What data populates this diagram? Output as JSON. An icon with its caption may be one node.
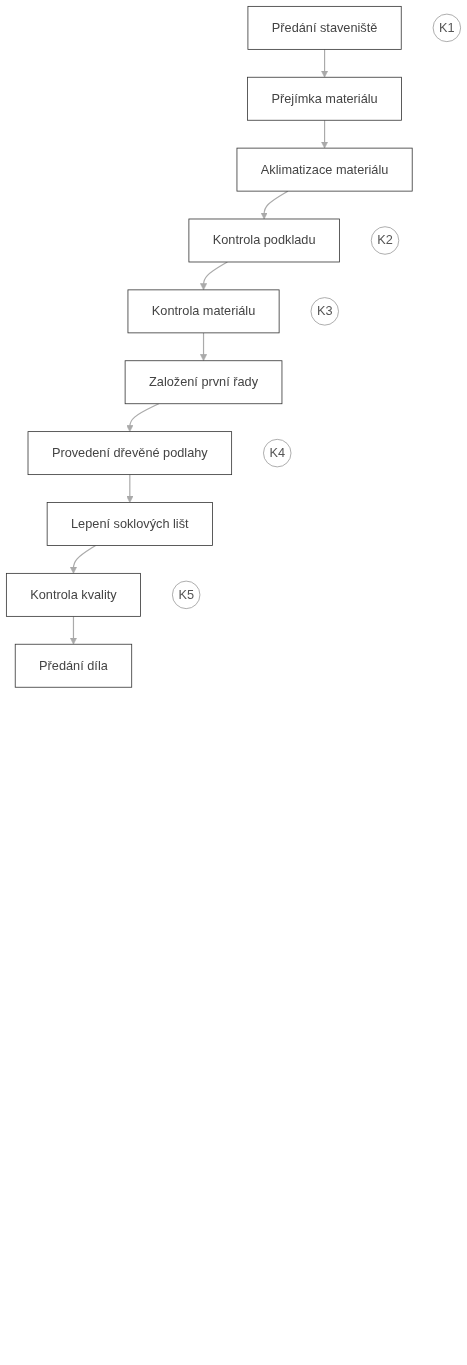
{
  "diagram": {
    "nodes": [
      {
        "text": [
          "Předání staveniště"
        ]
      },
      {
        "text": [
          "K1"
        ]
      },
      {
        "text": [
          "Přejímka materiálu"
        ]
      },
      {
        "text": [
          "Aklimatizace materiálu"
        ]
      },
      {
        "text": [
          "Kontrola podkladu"
        ]
      },
      {
        "text": [
          "K2"
        ]
      },
      {
        "text": [
          "Kontrola materiálu"
        ]
      },
      {
        "text": [
          "K3"
        ]
      },
      {
        "text": [
          "Založení první řady"
        ]
      },
      {
        "text": [
          "Provedení dřevěné podlahy"
        ]
      },
      {
        "text": [
          "K4"
        ]
      },
      {
        "text": [
          "Lepení soklových lišt"
        ]
      },
      {
        "text": [
          "Kontrola kvality"
        ]
      },
      {
        "text": [
          "K5"
        ]
      },
      {
        "text": [
          "Předání díla"
        ]
      }
    ],
    "edges": [
      {
        "from": 0,
        "to": 2,
        "arrow": "to"
      },
      {
        "from": 2,
        "to": 3,
        "arrow": "to"
      },
      {
        "from": 3,
        "to": 4,
        "arrow": "to"
      },
      {
        "from": 4,
        "to": 6,
        "arrow": "to"
      },
      {
        "from": 6,
        "to": 8,
        "arrow": "to"
      },
      {
        "from": 8,
        "to": 9,
        "arrow": "to"
      },
      {
        "from": 9,
        "to": 11,
        "arrow": "to"
      },
      {
        "from": 11,
        "to": 12,
        "arrow": "to"
      },
      {
        "from": 12,
        "to": 14,
        "arrow": "to"
      }
    ]
  }
}
